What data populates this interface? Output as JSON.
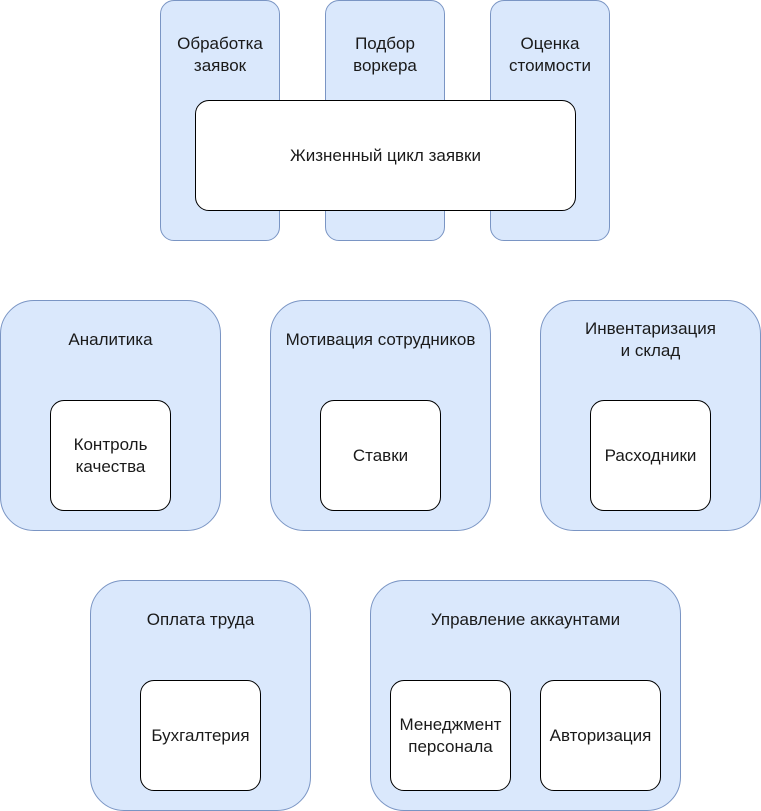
{
  "top_groups": [
    {
      "label": "Обработка\nзаявок"
    },
    {
      "label": "Подбор\nворкера"
    },
    {
      "label": "Оценка\nстоимости"
    }
  ],
  "lifecycle": {
    "label": "Жизненный цикл заявки"
  },
  "analytics": {
    "label": "Аналитика",
    "inner": "Контроль\nкачества"
  },
  "motivation": {
    "label": "Мотивация сотрудников",
    "inner": "Ставки"
  },
  "inventory": {
    "label": "Инвентаризация\nи склад",
    "inner": "Расходники"
  },
  "payroll": {
    "label": "Оплата труда",
    "inner": "Бухгалтерия"
  },
  "accounts": {
    "label": "Управление аккаунтами",
    "inner_left": "Менеджмент\nперсонала",
    "inner_right": "Авторизация"
  },
  "colors": {
    "group_fill": "#dae8fc",
    "group_stroke": "#7a95c4",
    "inner_fill": "#ffffff",
    "inner_stroke": "#000000"
  }
}
